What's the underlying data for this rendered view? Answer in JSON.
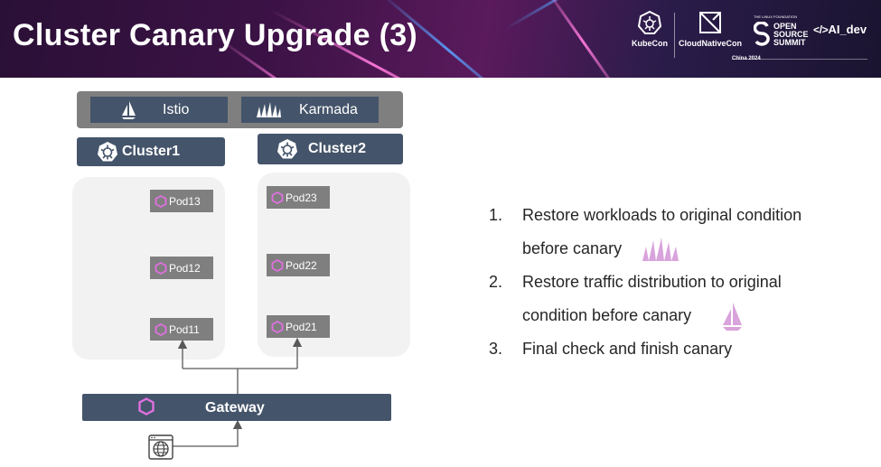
{
  "header": {
    "title": "Cluster Canary Upgrade (3)",
    "logos": {
      "kubecon": "KubeCon",
      "cloudnativecon": "CloudNativeCon",
      "linux_foundation": "THE LINUX FOUNDATION",
      "oss_line1": "OPEN",
      "oss_line2": "SOURCE",
      "oss_line3": "SUMMIT",
      "ai_dev": "AI_dev",
      "china": "China 2024"
    }
  },
  "diagram": {
    "control_plane": [
      {
        "label": "Istio",
        "icon": "istio-sail-icon"
      },
      {
        "label": "Karmada",
        "icon": "karmada-icon"
      }
    ],
    "cluster1": {
      "label": "Cluster1",
      "pods": [
        "Pod13",
        "Pod12",
        "Pod11"
      ]
    },
    "cluster2": {
      "label": "Cluster2",
      "pods": [
        "Pod23",
        "Pod22",
        "Pod21"
      ]
    },
    "gateway": {
      "label": "Gateway"
    }
  },
  "steps": [
    {
      "num": "1.",
      "line1": "Restore workloads to original condition",
      "line2": "before canary"
    },
    {
      "num": "2.",
      "line1": "Restore traffic distribution to original",
      "line2": "condition before canary"
    },
    {
      "num": "3.",
      "line1": "Final check and finish canary"
    }
  ],
  "colors": {
    "accent_dark": "#44546a",
    "pod_gray": "#7f7f7f",
    "panel": "#f2f2f2",
    "hex_icon": "#d83bd8",
    "sail_light": "#d9a3dc"
  }
}
